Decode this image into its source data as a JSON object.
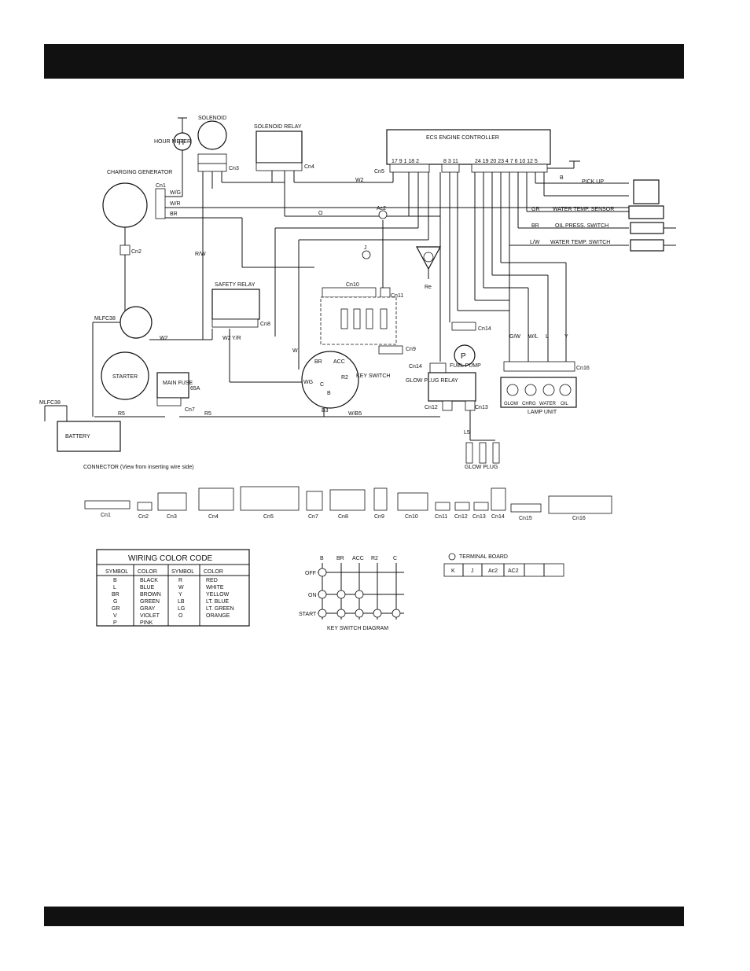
{
  "components": {
    "hour_meter": "HOUR METER",
    "hour_meter_symbol": "H",
    "solenoid": "SOLENOID",
    "solenoid_relay": "SOLENOID RELAY",
    "ecs_controller": "ECS ENGINE CONTROLLER",
    "charging_generator": "CHARGING GENERATOR",
    "safety_relay": "SAFETY RELAY",
    "starter": "STARTER",
    "battery": "BATTERY",
    "main_fuse": "MAIN FUSE",
    "fuse_rating": "65A",
    "key_switch": "KEY SWITCH",
    "fuel_pump": "FUEL PUMP",
    "fuel_pump_symbol": "P",
    "glow_plug_relay": "GLOW PLUG RELAY",
    "glow_plug": "GLOW PLUG",
    "lamp_unit": "LAMP UNIT",
    "pick_up": "PICK UP",
    "water_temp_sensor": "WATER TEMP. SENSOR",
    "oil_press_switch": "OIL PRESS. SWITCH",
    "water_temp_switch": "WATER TEMP. SWITCH",
    "re": "Re",
    "mlfc1": "MLFC38",
    "mlfc2": "MLFC38",
    "lamps": [
      "GLOW",
      "CHRG",
      "WATER",
      "OIL"
    ],
    "key_terminals": [
      "BR",
      "ACC",
      "R2",
      "C",
      "WG",
      "B"
    ],
    "ecs_pins": "17 9 1 18 2",
    "ecs_pins2": "8 3 11",
    "ecs_pins3": "24 19 20 23 4 7 6 10 12 5"
  },
  "connector_labels": [
    "Cn1",
    "Cn2",
    "Cn3",
    "Cn4",
    "Cn5",
    "Cn7",
    "Cn8",
    "Cn9",
    "Cn10",
    "Cn11",
    "Cn12",
    "Cn13",
    "Cn14",
    "Cn15",
    "Cn16"
  ],
  "wire_labels": [
    "W/G",
    "W/R",
    "BR",
    "O",
    "R/W",
    "W2",
    "W2",
    "W2",
    "Y/R",
    "W",
    "BR",
    "L5",
    "R5",
    "R5",
    "W/B5",
    "B3",
    "G/W",
    "W/L",
    "L",
    "Y",
    "GR",
    "BR",
    "L/W",
    "B",
    "B"
  ],
  "connector_title": "CONNECTOR (View from inserting wire side)",
  "color_code": {
    "title": "WIRING COLOR CODE",
    "headers": [
      "SYMBOL",
      "COLOR",
      "SYMBOL",
      "COLOR"
    ],
    "rows": [
      [
        "B",
        "BLACK",
        "R",
        "RED"
      ],
      [
        "L",
        "BLUE",
        "W",
        "WHITE"
      ],
      [
        "BR",
        "BROWN",
        "Y",
        "YELLOW"
      ],
      [
        "G",
        "GREEN",
        "LB",
        "LT. BLUE"
      ],
      [
        "GR",
        "GRAY",
        "LG",
        "LT. GREEN"
      ],
      [
        "V",
        "VIOLET",
        "O",
        "ORANGE"
      ],
      [
        "P",
        "PINK",
        "",
        ""
      ]
    ]
  },
  "key_switch_diagram": {
    "title": "KEY SWITCH DIAGRAM",
    "columns": [
      "B",
      "BR",
      "ACC",
      "R2",
      "C"
    ],
    "positions": [
      "OFF",
      "ON",
      "START"
    ]
  },
  "terminal_board": {
    "title": "TERMINAL BOARD",
    "cells": [
      "K",
      "J",
      "Ac2",
      "AC2"
    ]
  }
}
